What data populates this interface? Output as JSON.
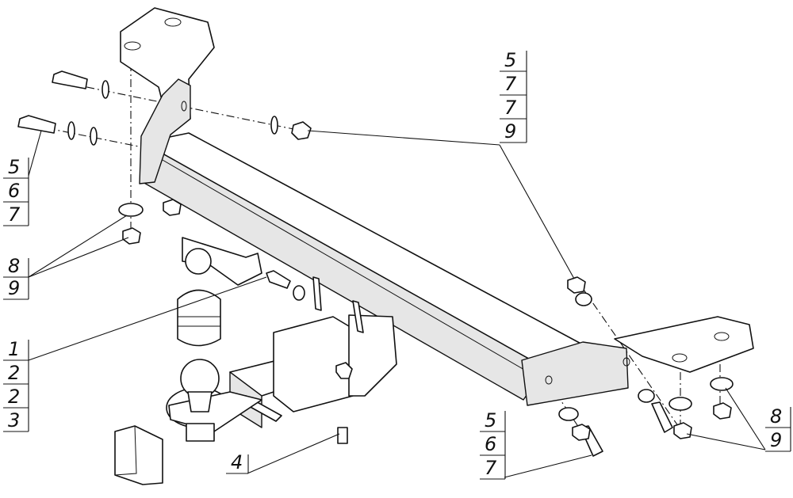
{
  "callouts": {
    "top_right": [
      "5",
      "7",
      "7",
      "9"
    ],
    "left_upper": [
      "5",
      "6",
      "7"
    ],
    "left_middle": [
      "8",
      "9"
    ],
    "left_lower": [
      "1",
      "2",
      "2",
      "3"
    ],
    "bottom_center": [
      "4"
    ],
    "bottom_right": [
      "5",
      "6",
      "7"
    ],
    "right_lower": [
      "8",
      "9"
    ]
  }
}
